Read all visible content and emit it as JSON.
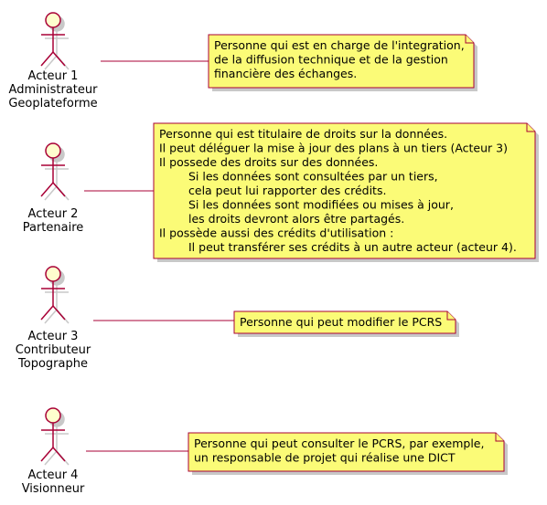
{
  "colors": {
    "actor_fill": "#FEFECE",
    "actor_stroke": "#A80036",
    "note_fill": "#FBFB77",
    "note_stroke": "#A80036",
    "link_stroke": "#A80036",
    "shadow": "#C8C8C8",
    "text": "#000000"
  },
  "actors": [
    {
      "label_lines": [
        "Acteur 1",
        "Administrateur",
        "Geoplateforme"
      ],
      "note_lines": [
        "Personne qui est en charge de l'integration,",
        "de la diffusion technique et de la gestion",
        "financière des échanges."
      ]
    },
    {
      "label_lines": [
        "Acteur 2",
        "Partenaire"
      ],
      "note_lines": [
        "Personne qui est titulaire de droits sur la données.",
        "Il peut déléguer la mise à jour des plans à un tiers (Acteur 3)",
        "Il possede des droits sur des données.",
        "Si les données sont consultées par un tiers,",
        "cela peut lui rapporter des crédits.",
        "Si les données sont modifiées ou mises à jour,",
        "les droits devront alors être partagés.",
        "Il possède aussi des crédits d'utilisation :",
        "Il peut transférer ses crédits à un autre acteur (acteur 4)."
      ]
    },
    {
      "label_lines": [
        "Acteur 3",
        "Contributeur",
        "Topographe"
      ],
      "note_lines": [
        "Personne qui peut modifier le PCRS"
      ]
    },
    {
      "label_lines": [
        "Acteur 4",
        "Visionneur"
      ],
      "note_lines": [
        "Personne qui peut consulter le PCRS, par exemple,",
        " un responsable de projet qui réalise une DICT"
      ]
    }
  ]
}
